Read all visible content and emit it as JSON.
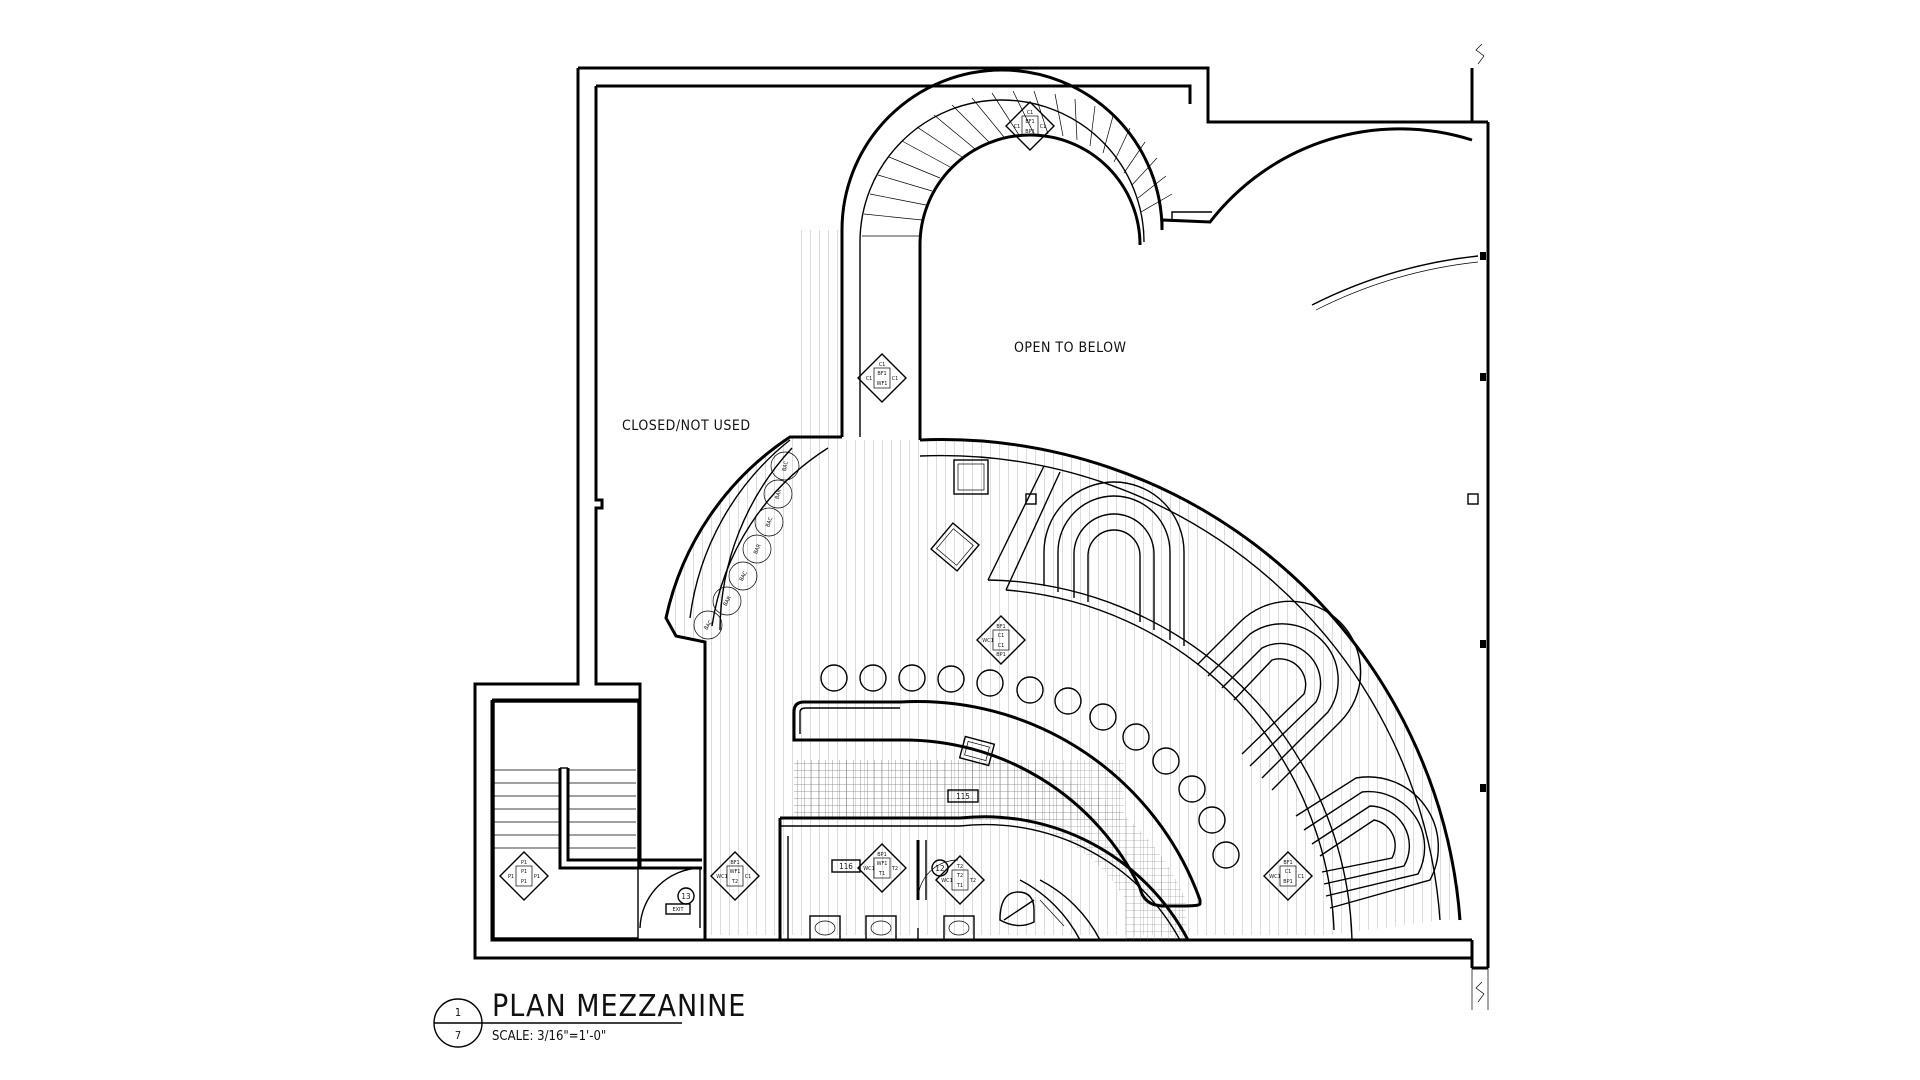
{
  "labels": {
    "open_to_below": "OPEN TO BELOW",
    "closed_not_used": "CLOSED/NOT USED",
    "exit": "EXIT",
    "room_115": "115",
    "room_116": "116",
    "door_13": "13",
    "door_12": "12"
  },
  "title_block": {
    "title": "PLAN MEZZANINE",
    "scale": "SCALE: 3/16\"=1'-0\"",
    "detail_number": "1",
    "sheet_number": "7"
  },
  "booth_tag": "BAC",
  "booth_tag_alt": "BAR",
  "finish_tags": {
    "stair_top": [
      "C1",
      "BF1",
      "C1",
      "BP1",
      "C1"
    ],
    "corridor": [
      "C1",
      "BF1",
      "C1",
      "C1",
      "WF1"
    ],
    "bar_front": [
      "BF1",
      "WC1",
      "C1",
      "C1",
      "BP1"
    ],
    "landing": [
      "P1",
      "P1",
      "P1",
      "P1",
      "P1"
    ],
    "vestibule": [
      "BF1",
      "WC1",
      "WF1",
      "C1",
      "T2"
    ],
    "room_116": [
      "BP1",
      "WC1",
      "WF1",
      "T2",
      "T1"
    ],
    "room_12": [
      "T2",
      "WC1",
      "T2",
      "T2",
      "T1"
    ],
    "booths": [
      "BF1",
      "WC1",
      "C1",
      "C1",
      "BP1"
    ]
  }
}
